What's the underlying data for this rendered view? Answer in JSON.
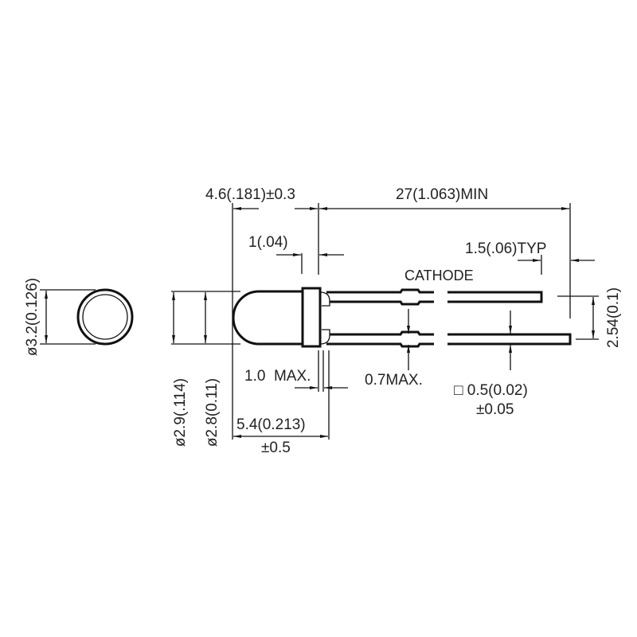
{
  "title": "LED package outline drawing",
  "labels": {
    "body_length": "4.6(.181)±0.3",
    "lead_length": "27(1.063)MIN",
    "flange_width": "1(.04)",
    "lead_offset": "1.5(.06)TYP",
    "cathode": "CATHODE",
    "lead_spacing": "2.54(0.1)",
    "top_diameter": "ø3.2(0.126)",
    "flange_diameter": "ø2.9(.114)",
    "body_diameter": "ø2.8(0.11)",
    "resin_protrusion": "1.0  MAX.",
    "bump_width": "0.7MAX.",
    "lead_square": "□ 0.5(0.02)",
    "lead_square_tol": "±0.05",
    "overall_length": "5.4(0.213)",
    "overall_length_tol": "±0.5"
  }
}
